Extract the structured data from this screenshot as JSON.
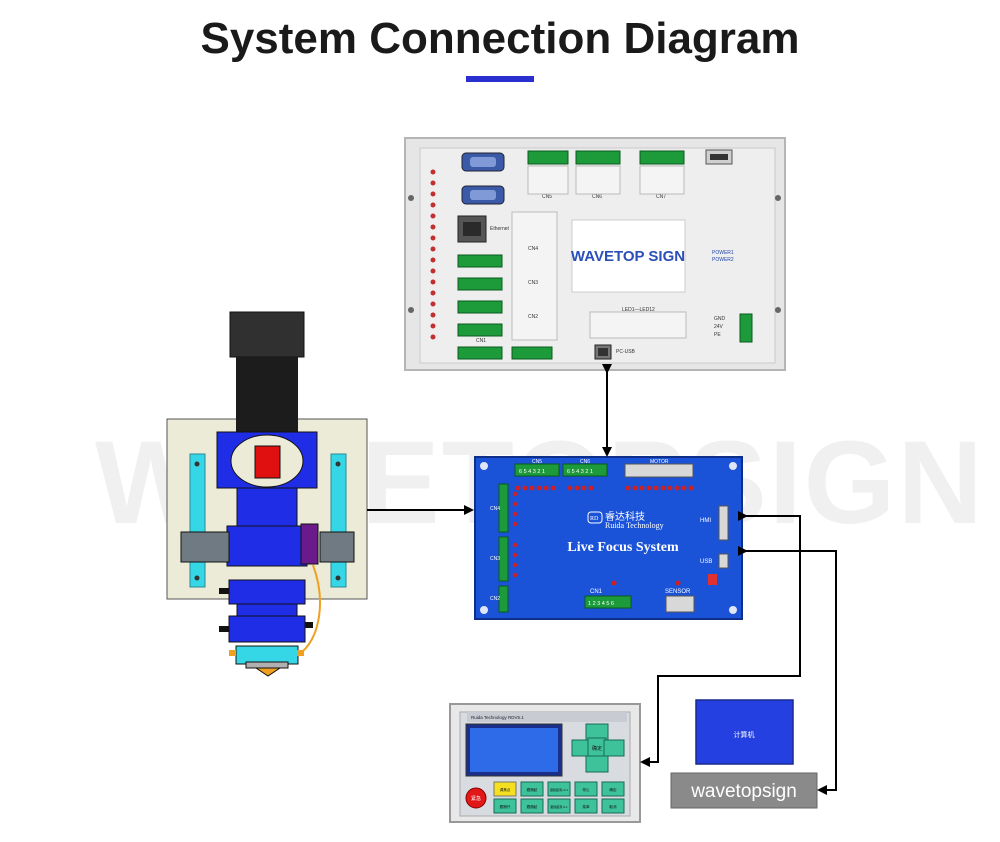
{
  "header": {
    "title": "System Connection Diagram",
    "watermark": "WAVETOPSIGN"
  },
  "main_controller": {
    "logo": "WAVETOP SIGN",
    "port_labels": {
      "cn5": "CN5",
      "cn6": "CN6",
      "cn7": "CN7",
      "cn4": "CN4",
      "cn3": "CN3",
      "cn2": "CN2",
      "cn1": "CN1",
      "ethernet": "Ethernet",
      "pc_usb": "PC-USB",
      "leds": "LED1—LED12",
      "power1": "POWER1",
      "power2": "POWER2",
      "gnd": "GND",
      "v24": "24V",
      "pe": "PE"
    }
  },
  "live_focus_board": {
    "brand_cn": "睿达科技",
    "brand_en": "Ruida Technology",
    "title": "Live Focus System",
    "cn1": "CN1",
    "cn1_pins": "1 2 3 4 5 6",
    "sensor": "SENSOR",
    "hmi": "HMI",
    "usb": "USB",
    "cn5": "CN5",
    "cn5_pins": "6 5 4 3 2 1",
    "cn6": "CN6",
    "cn6_pins": "6 5 4 3 2 1",
    "motor": "MOTOR",
    "left_cn4": "CN4",
    "left_cn3": "CN3",
    "left_cn2": "CN2"
  },
  "hmi_panel": {
    "header_text": "Ruida Technology  RDV5.1",
    "key_center": "确定",
    "keys_row1": [
      "调焦点",
      "跟随起",
      "跟随距离+0.1",
      "停止",
      "确定"
    ],
    "keys_row2": [
      "跟随开",
      "跟随起",
      "跟随距离-0.1",
      "菜单",
      "取消"
    ],
    "red_button": "紧急"
  },
  "computer": {
    "screen_label": "计算机",
    "base_label": "wavetopsign"
  },
  "colors": {
    "board_blue": "#1a52d8",
    "arrow": "#000000",
    "title_accent": "#2a2fd0",
    "head_blue": "#1f2de6",
    "head_cyan": "#35d6e6",
    "fiber_orange": "#f0a020"
  }
}
